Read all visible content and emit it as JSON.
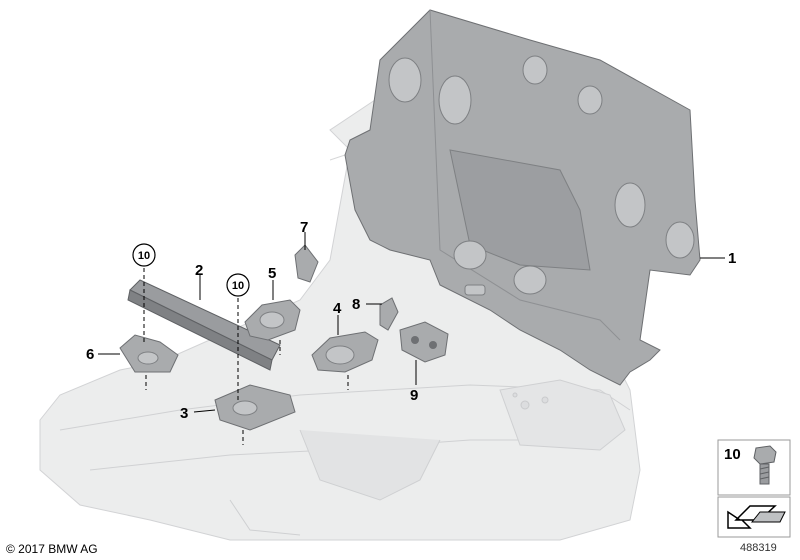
{
  "callouts": {
    "c1": "1",
    "c2": "2",
    "c3": "3",
    "c4": "4",
    "c5": "5",
    "c6": "6",
    "c7": "7",
    "c8": "8",
    "c9": "9",
    "c10a": "10",
    "c10b": "10"
  },
  "legend": {
    "item_number": "10"
  },
  "footer": {
    "copyright": "© 2017 BMW AG",
    "image_number": "488319"
  },
  "colors": {
    "part_fill": "#a9abad",
    "part_dark": "#8e9093",
    "floor_fill": "#e9eaeb",
    "floor_line": "#c9cacc"
  }
}
